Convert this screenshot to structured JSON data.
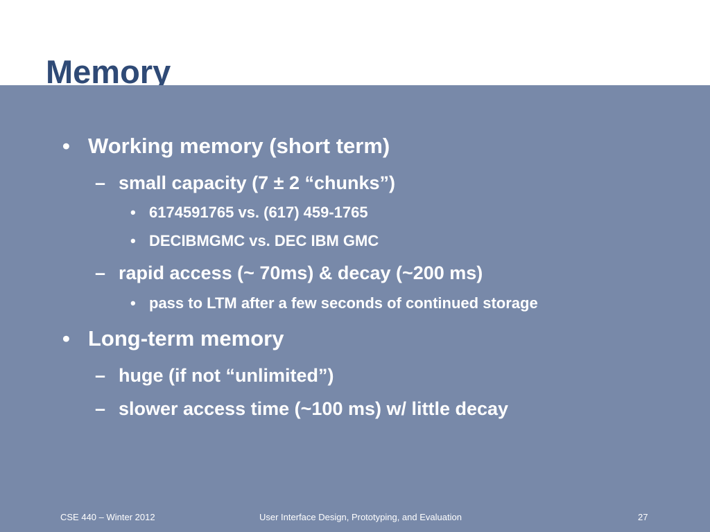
{
  "slide": {
    "title": "Memory",
    "bullets": {
      "b1": {
        "marker": "•",
        "text": "Working memory (short term)",
        "sub1": {
          "marker": "–",
          "text": "small capacity (7 ± 2 “chunks”)",
          "items": [
            {
              "marker": "•",
              "text": "6174591765 vs. (617) 459-1765"
            },
            {
              "marker": "•",
              "text": "DECIBMGMC vs. DEC IBM GMC"
            }
          ]
        },
        "sub2": {
          "marker": "–",
          "text": "rapid access (~ 70ms) & decay (~200 ms)",
          "items": [
            {
              "marker": "•",
              "text": "pass to LTM after a few seconds of continued storage"
            }
          ]
        }
      },
      "b2": {
        "marker": "•",
        "text": "Long-term memory",
        "sub1": {
          "marker": "–",
          "text": "huge (if not “unlimited”)"
        },
        "sub2": {
          "marker": "–",
          "text": "slower access time (~100 ms) w/ little decay"
        }
      }
    }
  },
  "footer": {
    "course": "CSE 440 – Winter 2012",
    "subtitle": "User Interface Design, Prototyping, and Evaluation",
    "page_number": "27"
  },
  "colors": {
    "title": "#2f4a76",
    "body_background": "#7889a9",
    "text": "#ffffff"
  }
}
